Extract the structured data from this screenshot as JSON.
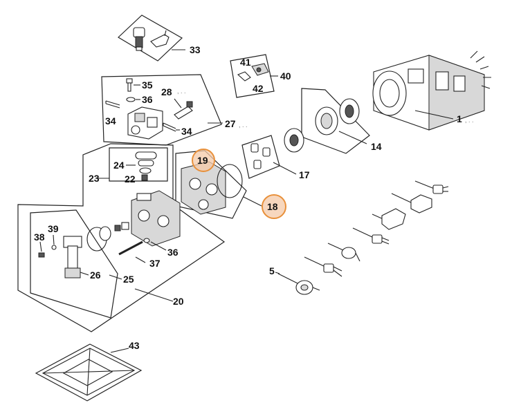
{
  "diagram": {
    "accent_color": "#e8903a",
    "highlight_fill": "#f4c9a8",
    "highlighted_callouts": [
      "19",
      "18"
    ],
    "labels": {
      "p1": "1",
      "p5": "5",
      "p14": "14",
      "p17": "17",
      "p18": "18",
      "p19": "19",
      "p20": "20",
      "p22": "22",
      "p23": "23",
      "p24": "24",
      "p25": "25",
      "p26": "26",
      "p27": "27",
      "p28": "28",
      "p33": "33",
      "p34a": "34",
      "p34b": "34",
      "p35": "35",
      "p36a": "36",
      "p36b": "36",
      "p37": "37",
      "p38": "38",
      "p39": "39",
      "p40": "40",
      "p41": "41",
      "p42": "42",
      "p43": "43"
    }
  }
}
